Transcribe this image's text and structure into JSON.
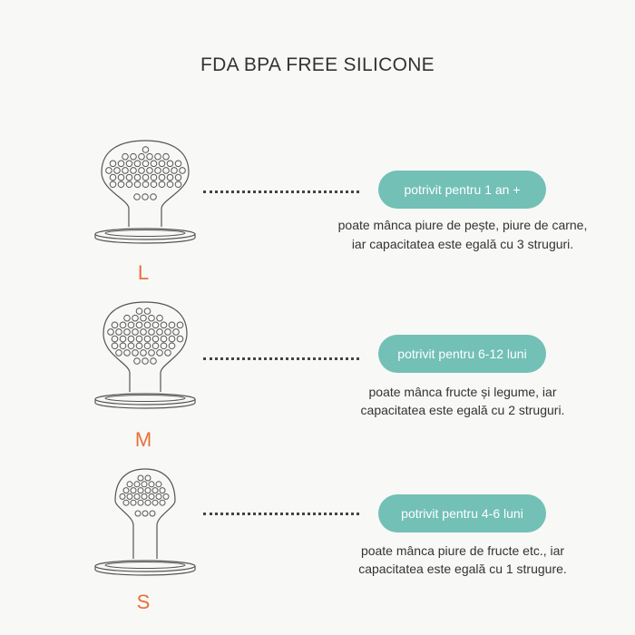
{
  "title": "FDA BPA FREE SILICONE",
  "colors": {
    "accent": "#72c0b6",
    "size_label": "#e8703a"
  },
  "sizes": [
    {
      "label": "L",
      "pill": "potrivit pentru 1 an +",
      "desc_line1": "poate mânca piure de pește, piure de carne,",
      "desc_line2": "iar capacitatea este egală cu 3 struguri."
    },
    {
      "label": "M",
      "pill": "potrivit pentru 6-12 luni",
      "desc_line1": "poate mânca fructe și legume, iar",
      "desc_line2": "capacitatea este egală cu 2 struguri."
    },
    {
      "label": "S",
      "pill": "potrivit pentru 4-6 luni",
      "desc_line1": "poate mânca piure de fructe etc., iar",
      "desc_line2": "capacitatea este egală cu 1 strugure."
    }
  ]
}
